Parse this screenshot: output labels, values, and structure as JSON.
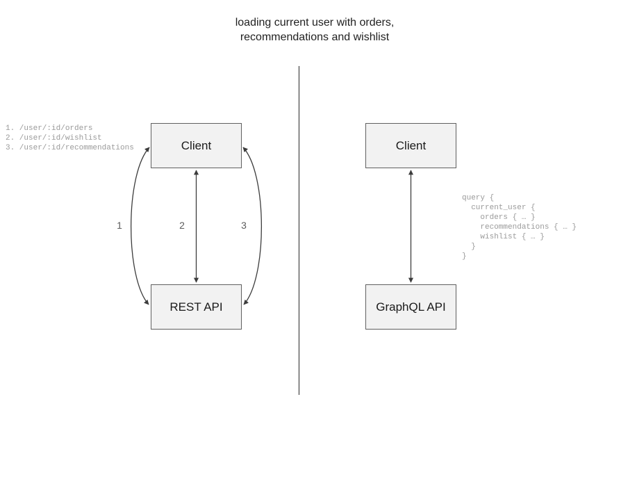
{
  "title": "loading current user with orders,\nrecommendations and wishlist",
  "divider": {
    "name": "vertical-divider",
    "color": "#6b6b6b"
  },
  "style": {
    "node_fill": "#f2f2f2",
    "node_stroke": "#5f5f5f",
    "edge_stroke": "#3c3c3c",
    "code_color": "#9a9a9a",
    "label_color": "#5c5c5c"
  },
  "rest_side": {
    "client_label": "Client",
    "api_label": "REST API",
    "endpoints": "1. /user/:id/orders\n2. /user/:id/wishlist\n3. /user/:id/recommendations",
    "edge_labels": [
      "1",
      "2",
      "3"
    ]
  },
  "graphql_side": {
    "client_label": "Client",
    "api_label": "GraphQL API",
    "query": "query {\n  current_user {\n    orders { … }\n    recommendations { … }\n    wishlist { … }\n  }\n}"
  },
  "chart_data": {
    "type": "diagram",
    "title": "loading current user with orders, recommendations and wishlist",
    "panels": [
      {
        "name": "rest",
        "nodes": [
          "Client",
          "REST API"
        ],
        "edges": [
          {
            "label": "1",
            "from": "Client",
            "to": "REST API",
            "direction": "both",
            "shape": "arc-left",
            "request": "/user/:id/orders"
          },
          {
            "label": "2",
            "from": "Client",
            "to": "REST API",
            "direction": "both",
            "shape": "straight",
            "request": "/user/:id/wishlist"
          },
          {
            "label": "3",
            "from": "Client",
            "to": "REST API",
            "direction": "both",
            "shape": "arc-right",
            "request": "/user/:id/recommendations"
          }
        ],
        "round_trips": 3
      },
      {
        "name": "graphql",
        "nodes": [
          "Client",
          "GraphQL API"
        ],
        "edges": [
          {
            "label": "",
            "from": "Client",
            "to": "GraphQL API",
            "direction": "both",
            "shape": "straight"
          }
        ],
        "round_trips": 1
      }
    ]
  }
}
